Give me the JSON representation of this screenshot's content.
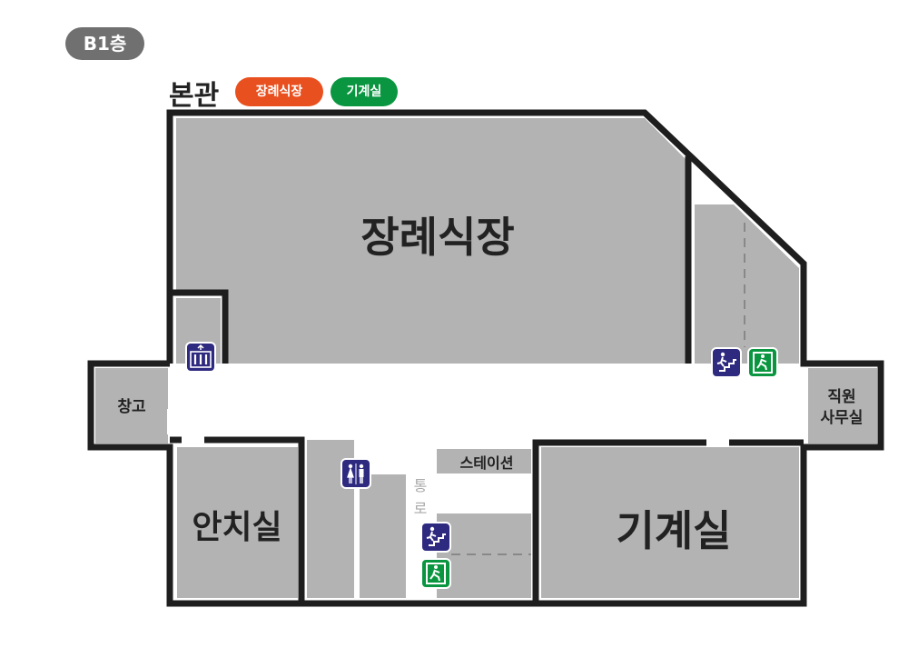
{
  "floor_badge": "B1층",
  "building": {
    "name": "본관",
    "tags": [
      {
        "label": "장례식장",
        "color": "#e9501f"
      },
      {
        "label": "기계실",
        "color": "#0a9640"
      }
    ]
  },
  "rooms": {
    "funeral_hall": "장례식장",
    "storage": "창고",
    "staff_office_line1": "직원",
    "staff_office_line2": "사무실",
    "mortuary": "안치실",
    "station": "스테이션",
    "passage_1": "통",
    "passage_2": "로",
    "machine_room": "기계실"
  },
  "icons": [
    "elevator-icon",
    "restroom-icon",
    "stairs-icon",
    "emergency-exit-icon"
  ],
  "colors": {
    "wall": "#1e1e1e",
    "room": "#b3b3b3",
    "facility_icon": "#2e2a7f",
    "exit_icon": "#0a9640"
  }
}
